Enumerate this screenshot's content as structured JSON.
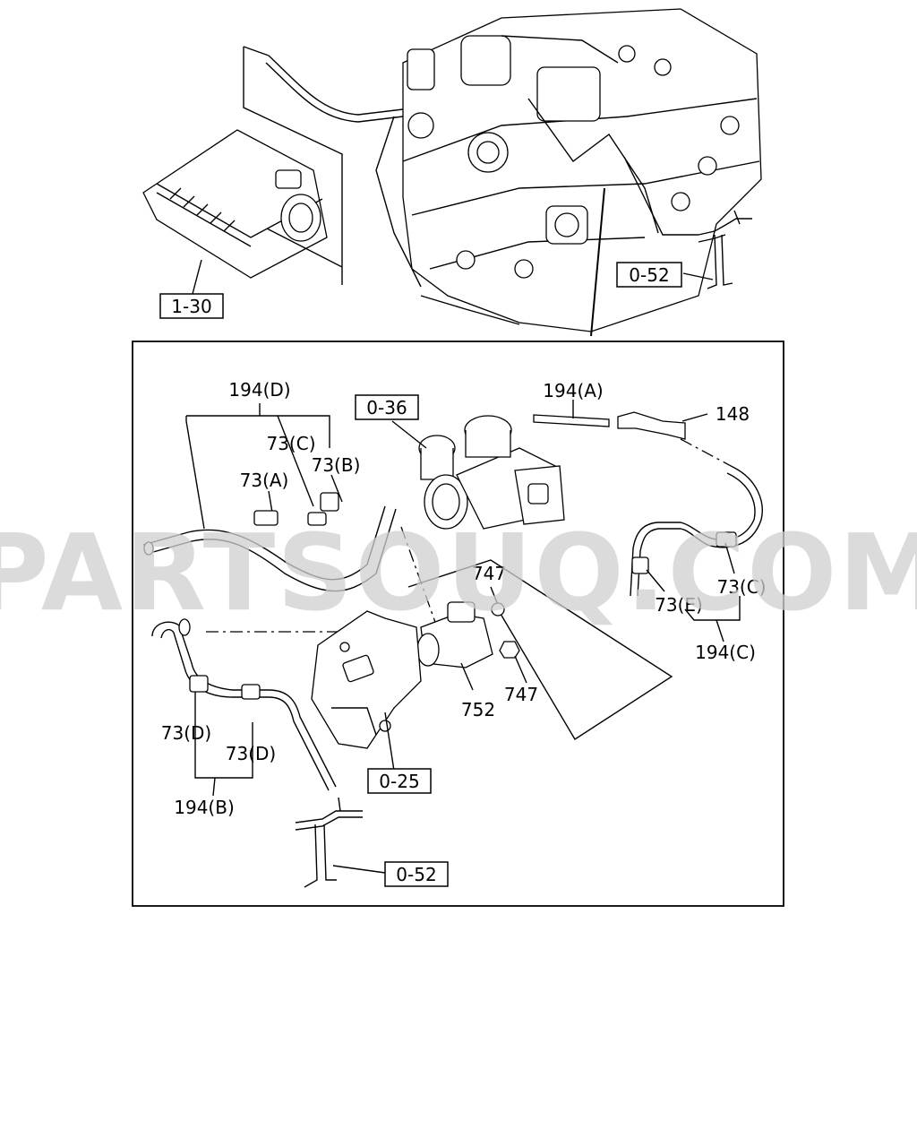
{
  "watermark": "PARTSOUQ.COM",
  "references": {
    "air_cleaner": "1-30",
    "pipe_top": "0-52",
    "turbo": "0-36",
    "bracket": "0-25",
    "pipe_bottom": "0-52"
  },
  "callouts": {
    "hose_a": "194(A)",
    "hose_b": "194(B)",
    "hose_c": "194(C)",
    "hose_d": "194(D)",
    "clip_a": "73(A)",
    "clip_b": "73(B)",
    "clip_c_left": "73(C)",
    "clip_c_right": "73(C)",
    "clip_d_left": "73(D)",
    "clip_d_right": "73(D)",
    "clip_e": "73(E)",
    "bracket_148": "148",
    "nut_747_top": "747",
    "nut_747_bottom": "747",
    "valve_752": "752"
  }
}
